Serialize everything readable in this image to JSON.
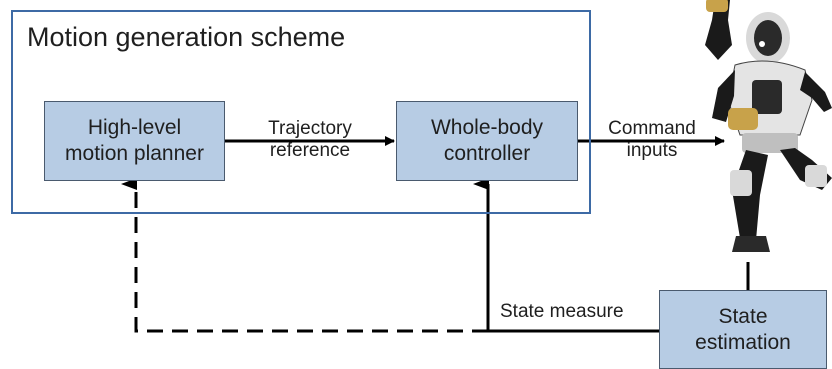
{
  "scheme": {
    "title": "Motion generation scheme"
  },
  "blocks": {
    "planner": {
      "line1": "High-level",
      "line2": "motion planner"
    },
    "controller": {
      "line1": "Whole-body",
      "line2": "controller"
    },
    "estimation": {
      "line1": "State",
      "line2": "estimation"
    }
  },
  "edges": {
    "trajectory": {
      "line1": "Trajectory",
      "line2": "reference"
    },
    "command": {
      "line1": "Command",
      "line2": "inputs"
    },
    "state_measure": "State measure"
  },
  "colors": {
    "block_fill": "#b7cce4",
    "frame_border": "#3d6aa5",
    "line": "#000000"
  },
  "robot": {
    "icon": "humanoid-robot-icon"
  }
}
